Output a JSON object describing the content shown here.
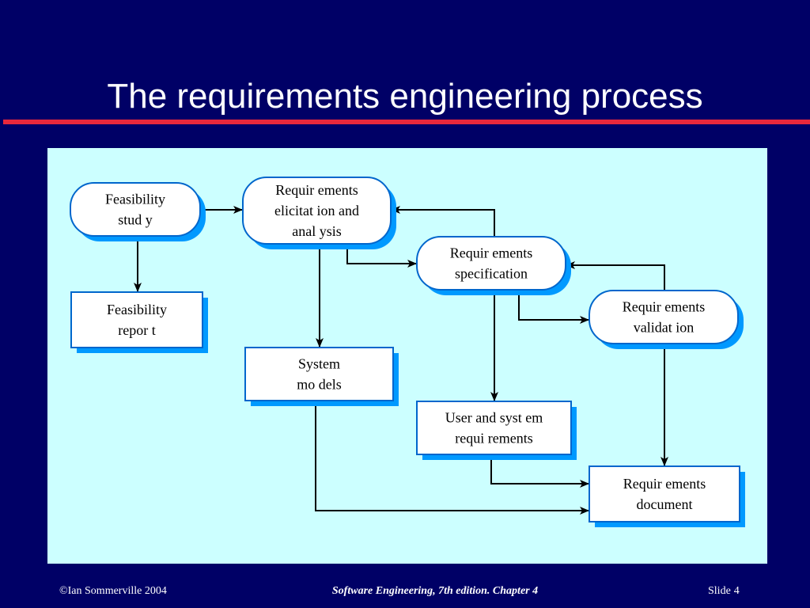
{
  "slide": {
    "title": "The requirements engineering process"
  },
  "colors": {
    "background": "#000066",
    "title_rule": "#e8283c",
    "panel": "#ccffff",
    "node_border": "#0066cc",
    "node_shadow": "#0099ff",
    "arrow": "#000000"
  },
  "diagram": {
    "nodes": {
      "feasibility_study": {
        "shape": "process",
        "lines": [
          "Feasibility",
          "stud y"
        ]
      },
      "elicitation": {
        "shape": "process",
        "lines": [
          "Requir ements",
          "elicitat ion and",
          "anal ysis"
        ]
      },
      "specification": {
        "shape": "process",
        "lines": [
          "Requir ements",
          "specification"
        ]
      },
      "validation": {
        "shape": "process",
        "lines": [
          "Requir ements",
          "validat ion"
        ]
      },
      "feasibility_report": {
        "shape": "document",
        "lines": [
          "Feasibility",
          "repor t"
        ]
      },
      "system_models": {
        "shape": "document",
        "lines": [
          "System",
          "mo dels"
        ]
      },
      "user_system_requirements": {
        "shape": "document",
        "lines": [
          "User and syst em",
          "requi rements"
        ]
      },
      "requirements_document": {
        "shape": "document",
        "lines": [
          "Requir ements",
          "document"
        ]
      }
    },
    "edges": [
      {
        "from": "feasibility_study",
        "to": "elicitation"
      },
      {
        "from": "feasibility_study",
        "to": "feasibility_report"
      },
      {
        "from": "elicitation",
        "to": "system_models"
      },
      {
        "from": "elicitation",
        "to": "specification"
      },
      {
        "from": "specification",
        "to": "elicitation"
      },
      {
        "from": "specification",
        "to": "user_system_requirements"
      },
      {
        "from": "specification",
        "to": "validation"
      },
      {
        "from": "validation",
        "to": "specification"
      },
      {
        "from": "validation",
        "to": "requirements_document"
      },
      {
        "from": "user_system_requirements",
        "to": "requirements_document"
      },
      {
        "from": "system_models",
        "to": "requirements_document"
      }
    ]
  },
  "footer": {
    "copyright": "©Ian Sommerville 2004",
    "book": "Software Engineering, 7th edition. Chapter 4",
    "slide_label": "Slide",
    "slide_number": "4"
  }
}
